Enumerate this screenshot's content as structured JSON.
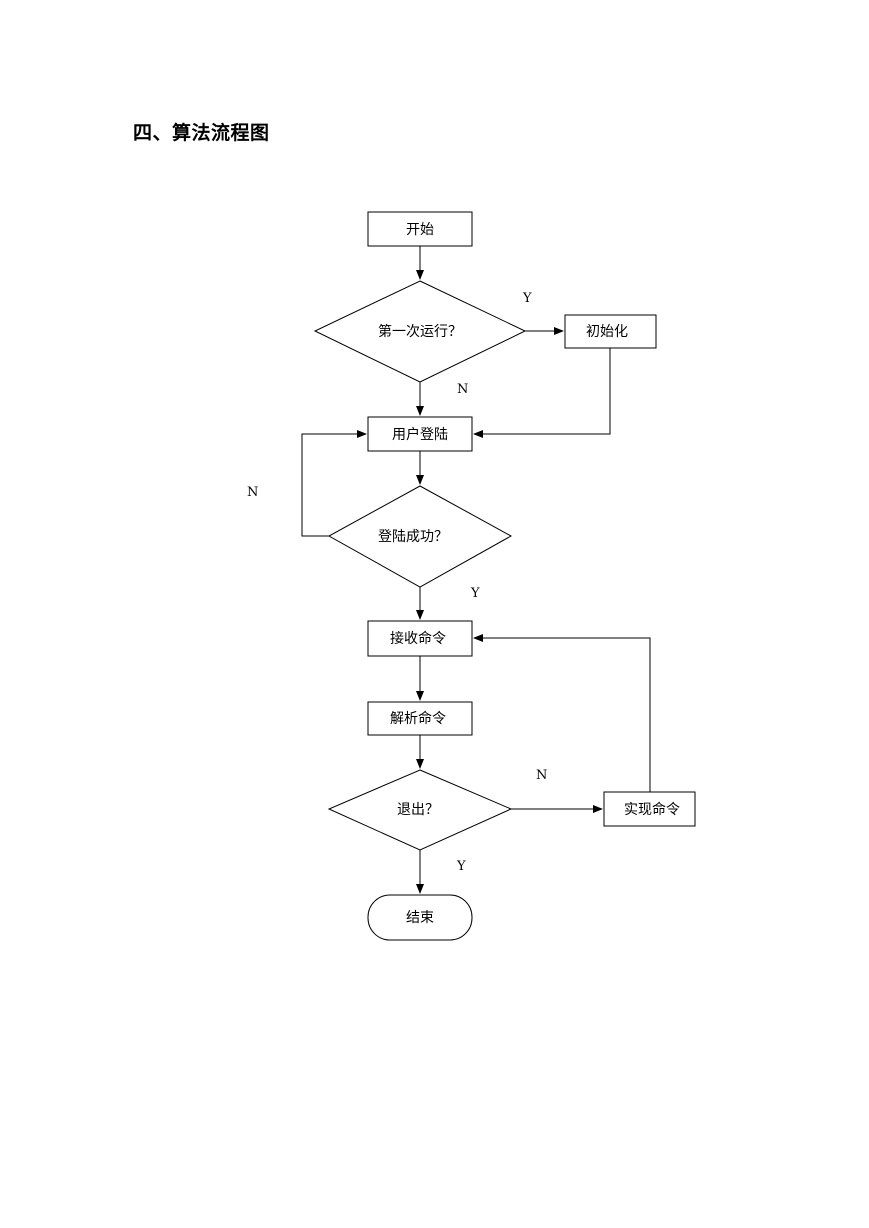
{
  "heading": "四、算法流程图",
  "nodes": {
    "start": "开始",
    "first_run": "第一次运行？",
    "init": "初始化",
    "login": "用户登陆",
    "login_ok": "登陆成功？",
    "receive": "接收命令",
    "parse": "解析命令",
    "quit": "退出？",
    "execute": "实现命令",
    "end": "结束"
  },
  "edge_labels": {
    "first_run_yes": "Y",
    "first_run_no": "N",
    "login_fail": "N",
    "login_ok_yes": "Y",
    "quit_no": "N",
    "quit_yes": "Y"
  }
}
